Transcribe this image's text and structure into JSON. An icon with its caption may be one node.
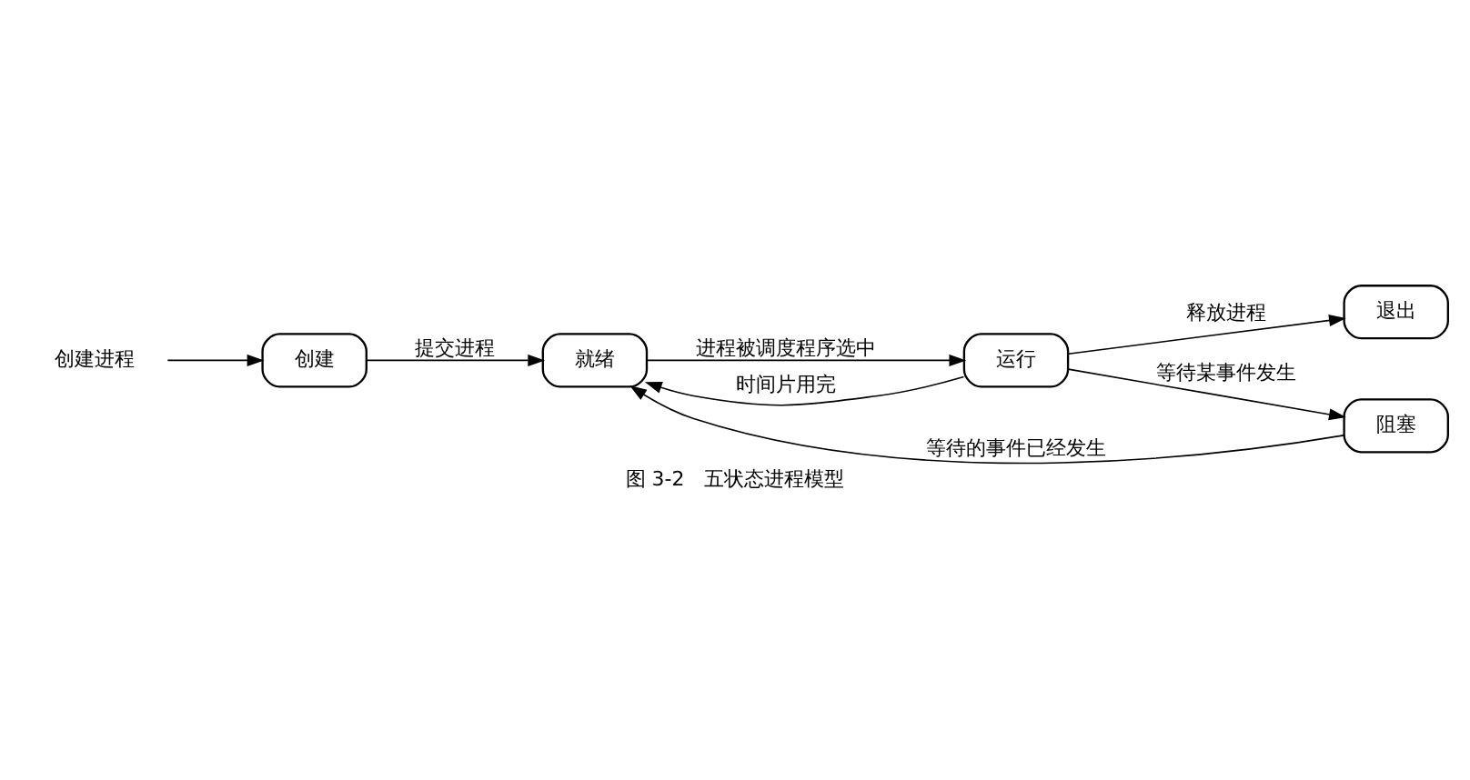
{
  "diagram": {
    "caption": "图 3-2　五状态进程模型",
    "nodes": [
      {
        "text": [
          "运行"
        ]
      },
      {
        "text": [
          "退出"
        ]
      },
      {
        "text": [
          "创建"
        ]
      },
      {
        "text": [
          "就绪"
        ]
      },
      {
        "text": [
          "阻塞"
        ]
      },
      {
        "text": [
          "创建进程"
        ]
      }
    ],
    "edges": [
      {
        "from": 5,
        "to": 2,
        "arrow": "to"
      },
      {
        "from": 2,
        "to": 3,
        "arrow": "to",
        "label": "提交进程"
      },
      {
        "from": 3,
        "to": 0,
        "arrow": "to",
        "label": "进程被调度程序选中"
      },
      {
        "from": 0,
        "to": 3,
        "arrow": "to",
        "label": "时间片用完"
      },
      {
        "from": 0,
        "to": 1,
        "arrow": "to",
        "label": "释放进程"
      },
      {
        "from": 0,
        "to": 4,
        "arrow": "to",
        "label": "等待某事件发生"
      },
      {
        "from": 4,
        "to": 3,
        "arrow": "to",
        "label": "等待的事件已经发生"
      }
    ]
  }
}
